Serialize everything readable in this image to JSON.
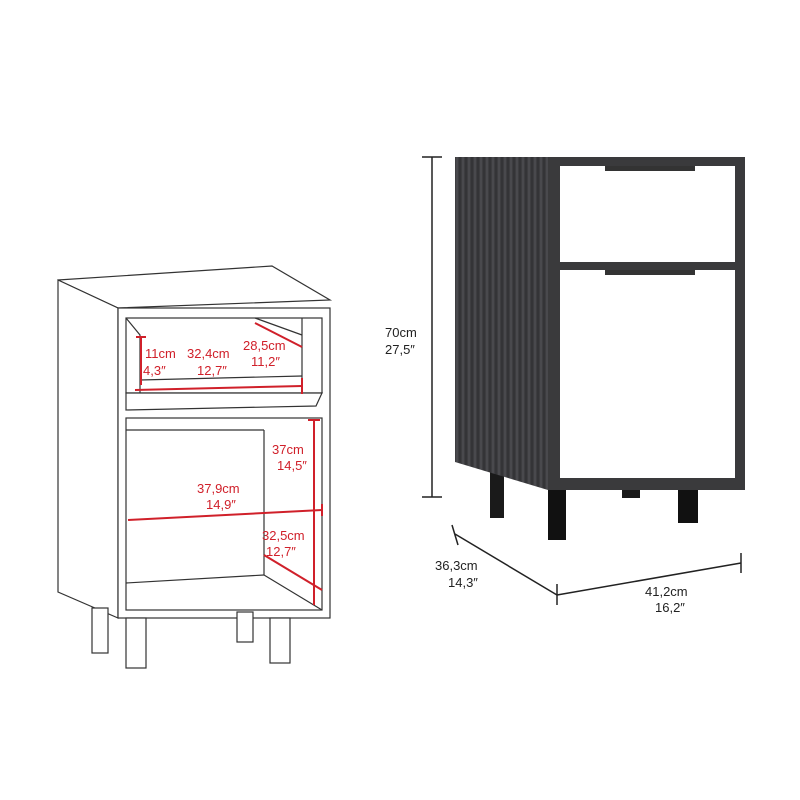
{
  "left_drawing": {
    "top_opening": {
      "height": {
        "cm": "11cm",
        "in": "4,3″"
      },
      "width": {
        "cm": "32,4cm",
        "in": "12,7″"
      },
      "depth": {
        "cm": "28,5cm",
        "in": "11,2″"
      }
    },
    "lower_opening": {
      "height": {
        "cm": "37cm",
        "in": "14,5″"
      },
      "width": {
        "cm": "37,9cm",
        "in": "14,9″"
      },
      "depth": {
        "cm": "32,5cm",
        "in": "12,7″"
      }
    }
  },
  "right_product": {
    "height": {
      "cm": "70cm",
      "in": "27,5″"
    },
    "depth": {
      "cm": "36,3cm",
      "in": "14,3″"
    },
    "width": {
      "cm": "41,2cm",
      "in": "16,2″"
    }
  },
  "colors": {
    "dimension_red": "#d0202a",
    "body_dark": "#3a3a3c",
    "front_white": "#ffffff"
  }
}
